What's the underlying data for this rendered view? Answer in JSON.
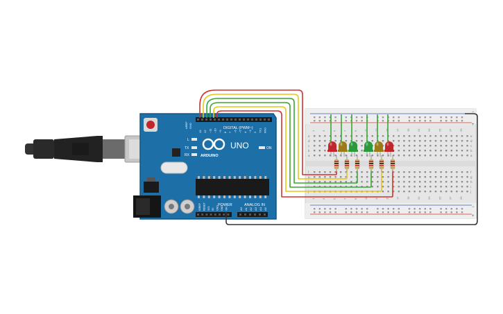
{
  "board": {
    "brand": "ARDUINO",
    "model": "UNO",
    "header_digital": "DIGITAL (PWM~)",
    "header_power": "POWER",
    "header_analog": "ANALOG IN",
    "led_l": "L",
    "led_tx": "TX",
    "led_rx": "RX",
    "led_on": "ON",
    "pin_aref": "AREF",
    "pin_gnd_top": "GND",
    "digital_pins": [
      "13",
      "12",
      "~11",
      "~10",
      "~9",
      "8",
      "7",
      "~6",
      "~5",
      "4",
      "~3",
      "2",
      "TX1",
      "RX0"
    ],
    "power_pins": [
      "IOREF",
      "RESET",
      "3V3",
      "5V",
      "GND",
      "GND",
      "VIN"
    ],
    "analog_pins": [
      "A0",
      "A1",
      "A2",
      "A3",
      "A4",
      "A5"
    ]
  },
  "breadboard": {
    "rail_plus": "+",
    "rail_minus": "−",
    "row_letters_top": [
      "a",
      "b",
      "c",
      "d",
      "e"
    ],
    "row_letters_bottom": [
      "f",
      "g",
      "h",
      "i",
      "j"
    ],
    "column_labels": [
      "1",
      "",
      "3",
      "",
      "5",
      "",
      "7",
      "",
      "9",
      "",
      "11",
      "",
      "13",
      "",
      "15",
      "",
      "17",
      "",
      "19",
      "",
      "21",
      "",
      "23",
      "",
      "25",
      "",
      "27",
      "",
      "29"
    ]
  },
  "leds": [
    {
      "color": "red",
      "fill": "#c0262b"
    },
    {
      "color": "yellow",
      "fill": "#9a7b18"
    },
    {
      "color": "green",
      "fill": "#2a9a3c"
    },
    {
      "color": "green",
      "fill": "#2a9a3c"
    },
    {
      "color": "yellow",
      "fill": "#9a7b18"
    },
    {
      "color": "red",
      "fill": "#c0262b"
    }
  ],
  "colors": {
    "board_blue": "#1d6fa8",
    "wire_red": "#d0312d",
    "wire_yellow": "#e6c619",
    "wire_green": "#3aa635",
    "wire_black": "#333333"
  }
}
